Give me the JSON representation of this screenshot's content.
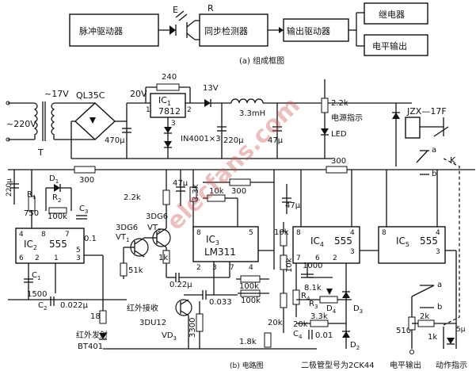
{
  "block_diagram": {
    "pulse_driver": "脉冲驱动器",
    "sync_detector": "同步检测器",
    "output_driver": "输出驱动器",
    "relay": "继电器",
    "level_output": "电平输出",
    "label_e": "E",
    "label_r": "R",
    "caption": "(a) 组成框图"
  },
  "power_supply": {
    "mains": "~220V",
    "transformer_out": "~17V",
    "transformer_label": "T",
    "rectifier": "QL35C",
    "v20": "20V",
    "r240": "240",
    "ic1": "IC",
    "ic1_sub": "1",
    "ic1_part": "7812",
    "pin1": "1",
    "pin2": "2",
    "pin3": "3",
    "v13": "13V",
    "inductor": "3.3mH",
    "c470": "470μ",
    "diodes": "IN4001×3",
    "c220": "220μ",
    "c47": "47μ",
    "r2k2": "2.2k",
    "led_label": "电源指示",
    "led": "LED"
  },
  "relay_section": {
    "relay_part": "JZX—17F",
    "a": "a",
    "b": "b",
    "k": "K",
    "a2": "a",
    "b2": "b"
  },
  "ic2": {
    "name": "IC",
    "sub": "2",
    "part": "555",
    "r1": "R",
    "r1_sub": "1",
    "r2": "R",
    "r2_sub": "2",
    "d1": "D",
    "d1_sub": "1",
    "r750": "750",
    "r100k": "100k",
    "c3": "C",
    "c3_sub": "3",
    "c3_val": "0.1",
    "c1": "C",
    "c1_sub": "1",
    "c1500": "1500",
    "c2": "C",
    "c2_sub": "2",
    "c2_val": "0.022μ",
    "pin4": "4",
    "pin8": "8",
    "pin7": "7",
    "pin6": "6",
    "pin2": "2",
    "pin3": "3",
    "pin5": "5",
    "pin1": "1",
    "c220": "220μ",
    "r300": "300"
  },
  "receiver": {
    "vt1_part": "3DG6",
    "vt1": "VT",
    "vt1_sub": "1",
    "vt2_part": "3DG6",
    "vt2": "VT",
    "vt2_sub": "2",
    "r2k2": "2.2k",
    "c47": "47μ",
    "r3k3": "3.3k",
    "r1k": "1k",
    "r51k": "51k",
    "c022": "0.22μ",
    "c0033": "0.033",
    "ir_recv": "红外接收",
    "vd3_part": "3DU12",
    "vd3": "VD",
    "vd3_sub": "3",
    "c3300": "3300",
    "r18": "18",
    "ir_emit": "红外发射",
    "ir_part": "BT401",
    "r1k8": "1.8k"
  },
  "ic3": {
    "name": "IC",
    "sub": "3",
    "part": "LM311",
    "r10k": "10k",
    "r300": "300",
    "c47": "47μ",
    "pin8": "8",
    "pin5": "5",
    "pin2": "2",
    "pin3": "3",
    "pin7": "7",
    "pin4": "4",
    "r100k_a": "100k",
    "r100k_b": "100k"
  },
  "ic4": {
    "name": "IC",
    "sub": "4",
    "part": "555",
    "pin8": "8",
    "pin4": "4",
    "pin3": "3",
    "pin7": "7",
    "pin6": "6",
    "pin2": "2",
    "r10k": "10k",
    "r10k_b": "10k",
    "c1000": "1000",
    "r4": "R",
    "r4_sub": "4",
    "r3": "R",
    "r3_sub": "3",
    "r8k1": "8.1k",
    "r3k3": "3.3k",
    "d3": "D",
    "d3_sub": "3",
    "d4": "D",
    "d4_sub": "4",
    "d2": "D",
    "d2_sub": "2",
    "c4": "C",
    "c4_sub": "4",
    "c001": "0.01",
    "r20k_a": "20k",
    "r20k_b": "20k"
  },
  "ic5": {
    "name": "IC",
    "sub": "5",
    "part": "555",
    "pin8": "8",
    "pin4": "4",
    "pin3": "3",
    "r300": "300",
    "r510": "510",
    "r2k": "2k",
    "r1k": "1k",
    "c5": "5μ"
  },
  "footer": {
    "note": "二极管型号为2CK44",
    "level_out": "电平输出",
    "action_ind": "动作指示",
    "cap_b": "(b) 电路图"
  },
  "watermark": "elecfans.com"
}
